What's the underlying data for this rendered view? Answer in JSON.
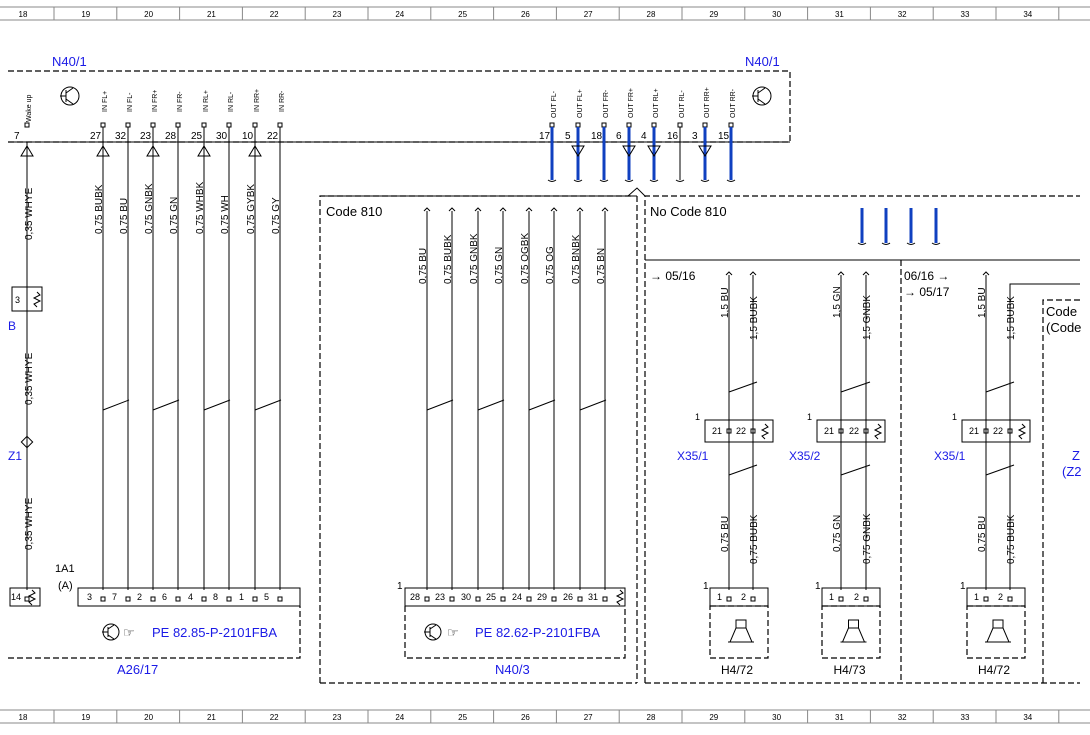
{
  "grid": [
    "18",
    "19",
    "20",
    "21",
    "22",
    "23",
    "24",
    "25",
    "26",
    "27",
    "28",
    "29",
    "30",
    "31",
    "32",
    "33",
    "34"
  ],
  "n40_1_left": "N40/1",
  "n40_1_right": "N40/1",
  "left_pins": [
    {
      "label": "Wake up",
      "num": "7",
      "wire": "0,35 WHYE"
    },
    {
      "label": "IN FL+",
      "num": "27",
      "wire": "0,75 BUBK"
    },
    {
      "label": "IN FL-",
      "num": "32",
      "wire": "0,75 BU"
    },
    {
      "label": "IN FR+",
      "num": "23",
      "wire": "0,75 GNBK"
    },
    {
      "label": "IN FR-",
      "num": "28",
      "wire": "0,75 GN"
    },
    {
      "label": "IN RL+",
      "num": "25",
      "wire": "0,75 WHBK"
    },
    {
      "label": "IN RL-",
      "num": "30",
      "wire": "0,75 WH"
    },
    {
      "label": "IN RR+",
      "num": "10",
      "wire": "0,75 GYBK"
    },
    {
      "label": "IN RR-",
      "num": "22",
      "wire": "0,75 GY"
    }
  ],
  "right_pins": [
    {
      "label": "OUT FL-",
      "num": "17"
    },
    {
      "label": "OUT FL+",
      "num": "5"
    },
    {
      "label": "OUT FR-",
      "num": "18"
    },
    {
      "label": "OUT FR+",
      "num": "6"
    },
    {
      "label": "OUT RL+",
      "num": "4"
    },
    {
      "label": "OUT RL-",
      "num": "16"
    },
    {
      "label": "OUT RR+",
      "num": "3"
    },
    {
      "label": "OUT RR-",
      "num": "15"
    }
  ],
  "code810": "Code 810",
  "nocode810": "No Code 810",
  "code_partial": "Code",
  "code_partial2": "(Code",
  "left_misc": {
    "conn3": "3",
    "ref_b": "B",
    "wire_mid": "0,35 WHYE",
    "z1": "Z1",
    "wire_low": "0,35 WHYE",
    "ref_1a1": "1A1",
    "ref_a": "(A)"
  },
  "a26_17": {
    "pins": [
      "14",
      "3",
      "7",
      "2",
      "6",
      "4",
      "8",
      "1",
      "5"
    ],
    "ref": "PE 82.85-P-2101FBA",
    "name": "A26/17"
  },
  "code810_wires": [
    "0,75 BU",
    "0,75 BUBK",
    "0,75 GNBK",
    "0,75 GN",
    "0,75 OGBK",
    "0,75 OG",
    "0,75 BNBK",
    "0,75 BN"
  ],
  "n40_3": {
    "one": "1",
    "pins": [
      "28",
      "23",
      "30",
      "25",
      "24",
      "29",
      "26",
      "31"
    ],
    "ref": "PE 82.62-P-2101FBA",
    "name": "N40/3"
  },
  "refs": {
    "r1": "→ 05/16",
    "r2": "06/16 →",
    "r3": "→ 05/17"
  },
  "speakers": [
    {
      "w1": "1,5 BU",
      "w2": "1,5 BUBK",
      "x": "X35/1",
      "lw1": "0,75 BU",
      "lw2": "0,75 BUBK",
      "name": "H4/72"
    },
    {
      "w1": "1,5 GN",
      "w2": "1,5 GNBK",
      "x": "X35/2",
      "lw1": "0,75 GN",
      "lw2": "0,75 GNBK",
      "name": "H4/73"
    },
    {
      "w1": "1,5 BU",
      "w2": "1,5 BUBK",
      "x": "X35/1",
      "lw1": "0,75 BU",
      "lw2": "0,75 BUBK",
      "name": "H4/72"
    }
  ],
  "spk_pins": {
    "p1": "1",
    "p21": "21",
    "p22": "22",
    "a": "1",
    "b": "2"
  },
  "z2_partial": "Z",
  "z2_partial2": "(Z2"
}
